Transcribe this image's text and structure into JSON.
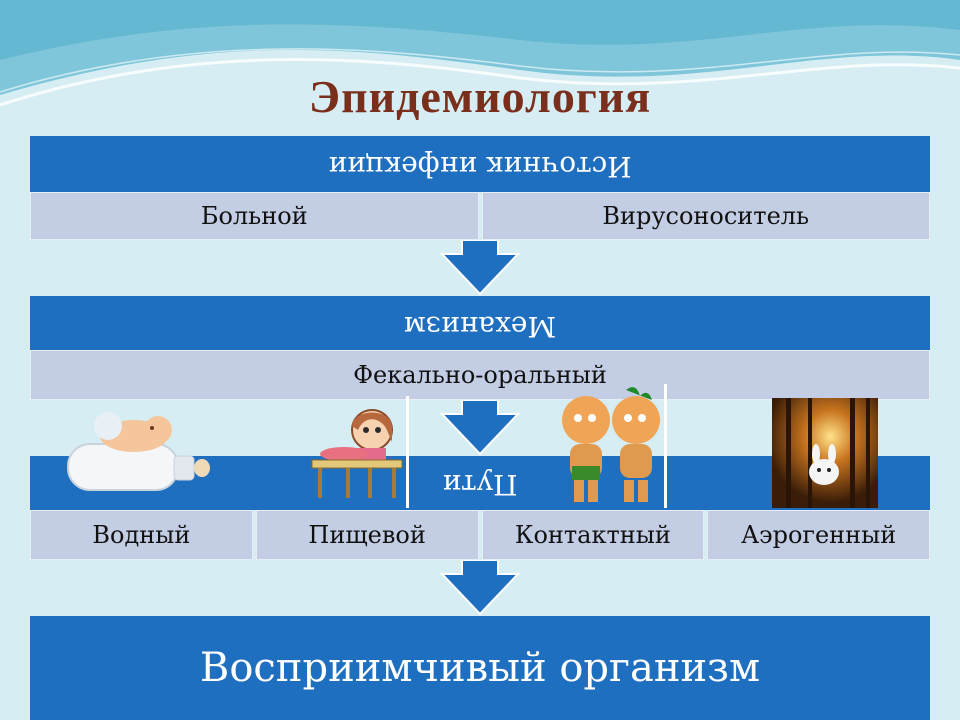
{
  "title": "Эпидемиология",
  "source": {
    "header": "Источник инфекции",
    "items": [
      "Больной",
      "Вирусоноситель"
    ]
  },
  "mechanism": {
    "header": "Механизм",
    "items": [
      "Фекально-оральный"
    ]
  },
  "routes": {
    "header": "Пути",
    "items": [
      "Водный",
      "Пищевой",
      "Контактный",
      "Аэрогенный"
    ]
  },
  "outcome": "Восприимчивый организм",
  "colors": {
    "band": "#1f6fc0",
    "cell": "#c3cde3",
    "title": "#7a2e1c",
    "background": "#d6eef3"
  },
  "illustrations": [
    "baby-with-bottle",
    "girl-at-table",
    "two-kids-hugging",
    "forest-with-rabbit"
  ]
}
